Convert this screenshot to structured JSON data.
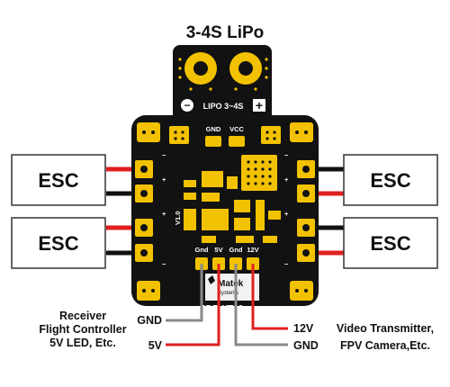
{
  "title": "3-4S LiPo",
  "board": {
    "lipo_label": "LIPO 3~4S",
    "minus_sign": "−",
    "plus_sign": "+",
    "gnd_label": "GND",
    "vcc_label": "VCC",
    "out_labels": [
      "Gnd",
      "5V",
      "Gnd",
      "12V"
    ],
    "brand": "Matek",
    "brand_sub": "Systems",
    "model": "PDB-XT60",
    "version": "V1.0"
  },
  "esc_label": "ESC",
  "outputs": {
    "left_line1": "Receiver",
    "left_line2": "Flight Controller",
    "left_line3": "5V LED, Etc.",
    "gnd_left": "GND",
    "v5": "5V",
    "v12": "12V",
    "gnd_right": "GND",
    "right_line1": "Video Transmitter,",
    "right_line2": "FPV Camera,Etc."
  },
  "colors": {
    "pcb": "#121212",
    "gold": "#f2c200",
    "red_wire": "#e02020",
    "gray_wire": "#8a8a8a",
    "black_wire": "#111111"
  }
}
